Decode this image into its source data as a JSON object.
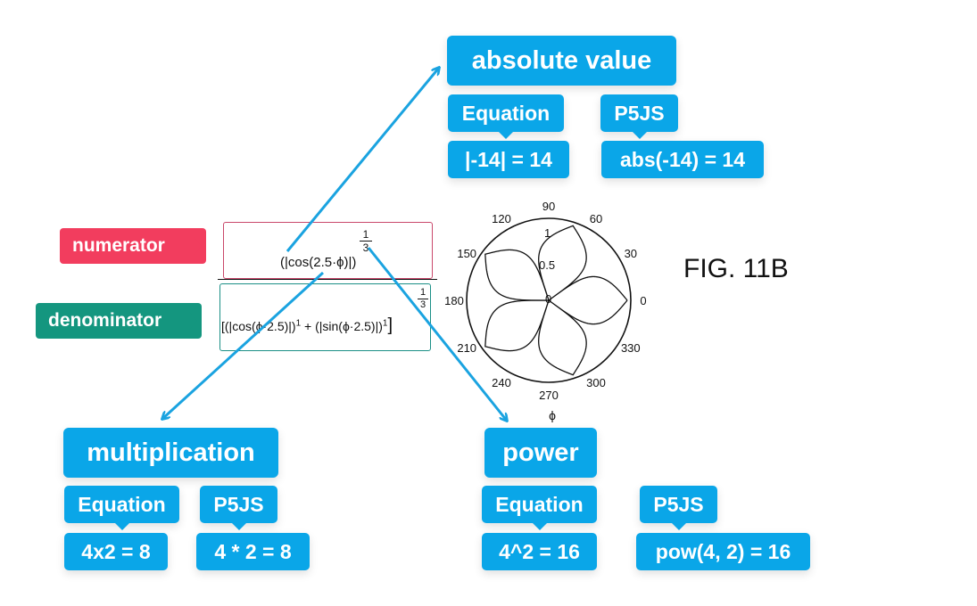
{
  "colors": {
    "accent": "#0aa6e8",
    "numerator": "#f23d5e",
    "denominator": "#14967f",
    "numerator_box": "#c9486b",
    "denominator_box": "#1a8f86"
  },
  "figure_label": "FIG. 11B",
  "tags": {
    "numerator": "numerator",
    "denominator": "denominator"
  },
  "formula": {
    "numerator": "(|cos(2.5·ϕ)|)",
    "numerator_exp_num": "1",
    "numerator_exp_den": "3",
    "denominator": "[(|cos(ϕ·2.5)|)",
    "denominator_exp1": "1",
    "denominator_mid": " + (|sin(ϕ·2.5)|)",
    "denominator_exp2": "1",
    "denominator_close": "]",
    "denominator_exp_num": "1",
    "denominator_exp_den": "3"
  },
  "polar": {
    "angle_labels": [
      "0",
      "30",
      "60",
      "90",
      "120",
      "150",
      "180",
      "210",
      "240",
      "270",
      "300",
      "330"
    ],
    "radial_labels": [
      "0",
      "0.5",
      "1"
    ],
    "axis_label": "ϕ"
  },
  "cards": {
    "absolute": {
      "title": "absolute value",
      "eq_label": "Equation",
      "p5_label": "P5JS",
      "eq_value": "|-14| = 14",
      "p5_value": "abs(-14) = 14"
    },
    "multiplication": {
      "title": "multiplication",
      "eq_label": "Equation",
      "p5_label": "P5JS",
      "eq_value": "4x2 = 8",
      "p5_value": "4 * 2 = 8"
    },
    "power": {
      "title": "power",
      "eq_label": "Equation",
      "p5_label": "P5JS",
      "eq_value": "4^2 = 16",
      "p5_value": "pow(4, 2) = 16"
    }
  }
}
